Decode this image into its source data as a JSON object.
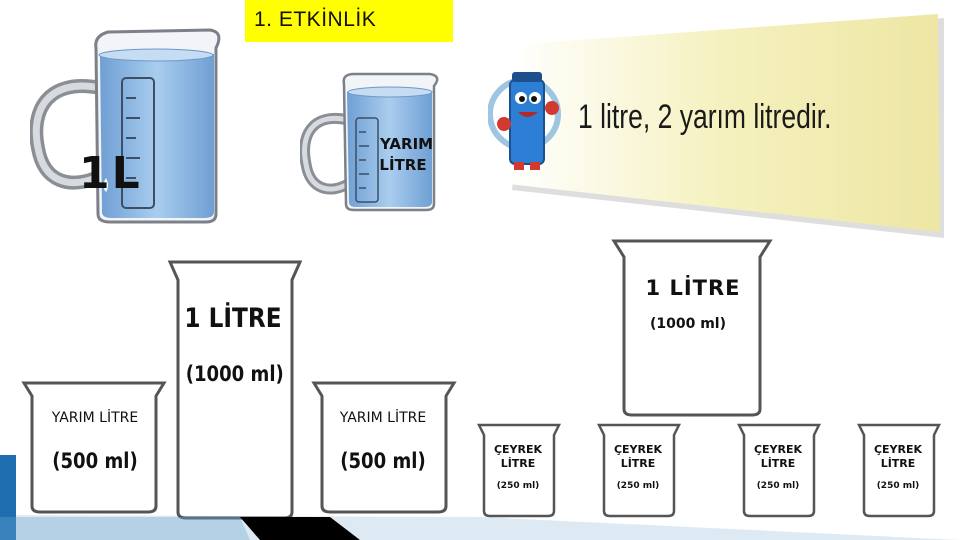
{
  "title": "1. ETKİNLİK",
  "banner": {
    "text": "1 litre, 2 yarım litredir."
  },
  "photo_labels": {
    "big_mug": "1L",
    "small_mug_line1": "YARIM",
    "small_mug_line2": "LİTRE"
  },
  "left_diagram": {
    "big": {
      "label": "1 LİTRE",
      "sub": "(1000 ml)"
    },
    "halves": [
      {
        "label": "YARIM LİTRE",
        "sub": "(500 ml)"
      },
      {
        "label": "YARIM LİTRE",
        "sub": "(500 ml)"
      }
    ]
  },
  "right_diagram": {
    "big": {
      "label": "1 LİTRE",
      "sub": "(1000 ml)"
    },
    "quarters": [
      {
        "line1": "ÇEYREK",
        "line2": "LİTRE",
        "sub": "(250 ml)"
      },
      {
        "line1": "ÇEYREK",
        "line2": "LİTRE",
        "sub": "(250 ml)"
      },
      {
        "line1": "ÇEYREK",
        "line2": "LİTRE",
        "sub": "(250 ml)"
      },
      {
        "line1": "ÇEYREK",
        "line2": "LİTRE",
        "sub": "(250 ml)"
      }
    ]
  },
  "colors": {
    "title_bg": "#ffff00",
    "water": "#8db7e0",
    "banner_bg": "#f3efb6"
  }
}
